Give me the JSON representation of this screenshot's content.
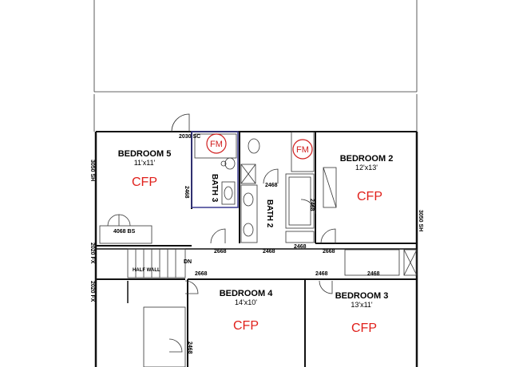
{
  "rooms": {
    "bedroom5": {
      "name": "BEDROOM 5",
      "dim": "11'x11'",
      "tag": "CFP"
    },
    "bedroom2": {
      "name": "BEDROOM 2",
      "dim": "12'x13'",
      "tag": "CFP"
    },
    "bedroom4": {
      "name": "BEDROOM 4",
      "dim": "14'x10'",
      "tag": "CFP"
    },
    "bedroom3": {
      "name": "BEDROOM 3",
      "dim": "13'x11'",
      "tag": "CFP"
    },
    "bath3": {
      "name": "BATH 3"
    },
    "bath2": {
      "name": "BATH 2"
    }
  },
  "fixtures": {
    "fm1": "FM",
    "fm2": "FM"
  },
  "windows": {
    "w_2030sc": "2030 SC",
    "w_3050sh_left": "3050 SH",
    "w_3050sh_right": "3050 SH",
    "w_2020fx_1": "2020 FX",
    "w_2020fx_2": "2020 FX"
  },
  "closets": {
    "c_4068bs": "4068 BS"
  },
  "doors": {
    "d1": "2468",
    "d2": "2468",
    "d3": "2468",
    "d4": "2668",
    "d5": "2468",
    "d6": "2468",
    "d7": "2668",
    "d8": "2668",
    "d9": "2468",
    "d10": "2468",
    "d11": "2468"
  },
  "stairs": {
    "halfwall": "HALF WALL",
    "dn": "DN"
  }
}
